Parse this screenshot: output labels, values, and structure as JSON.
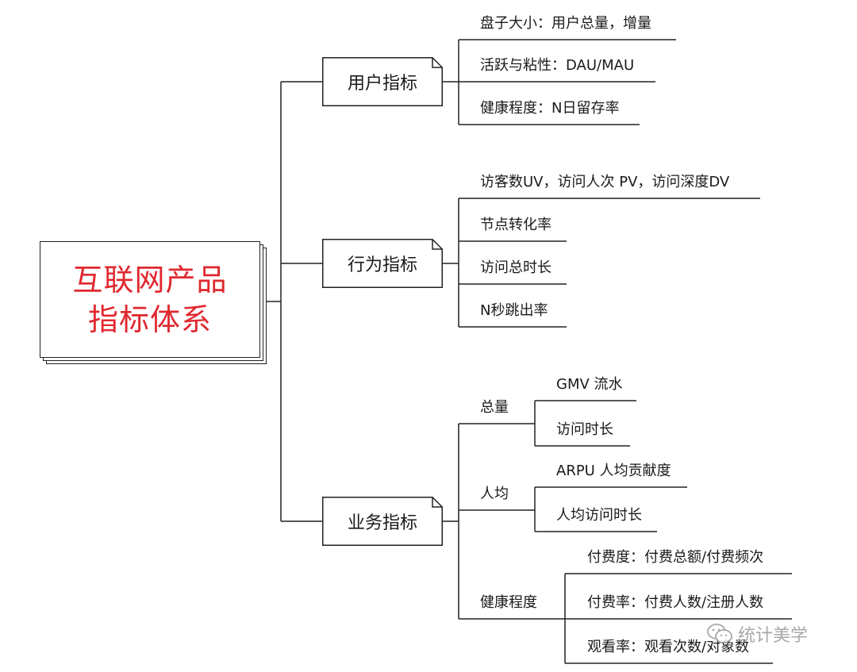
{
  "root": {
    "line1": "互联网产品",
    "line2": "指标体系"
  },
  "categories": {
    "user": {
      "label": "用户指标",
      "items": [
        "盘子大小：用户总量，增量",
        "活跃与粘性：DAU/MAU",
        "健康程度：N日留存率"
      ]
    },
    "behavior": {
      "label": "行为指标",
      "items": [
        "访客数UV，访问人次 PV，访问深度DV",
        "节点转化率",
        "访问总时长",
        "N秒跳出率"
      ]
    },
    "business": {
      "label": "业务指标",
      "groups": [
        {
          "label": "总量",
          "items": [
            "GMV 流水",
            "访问时长"
          ]
        },
        {
          "label": "人均",
          "items": [
            "ARPU 人均贡献度",
            "人均访问时长"
          ]
        },
        {
          "label": "健康程度",
          "items": [
            "付费度：付费总额/付费频次",
            "付费率：付费人数/注册人数",
            "观看率：观看次数/对象数"
          ]
        }
      ]
    }
  },
  "watermark": {
    "text": "统计美学",
    "icon": "wechat-icon"
  }
}
